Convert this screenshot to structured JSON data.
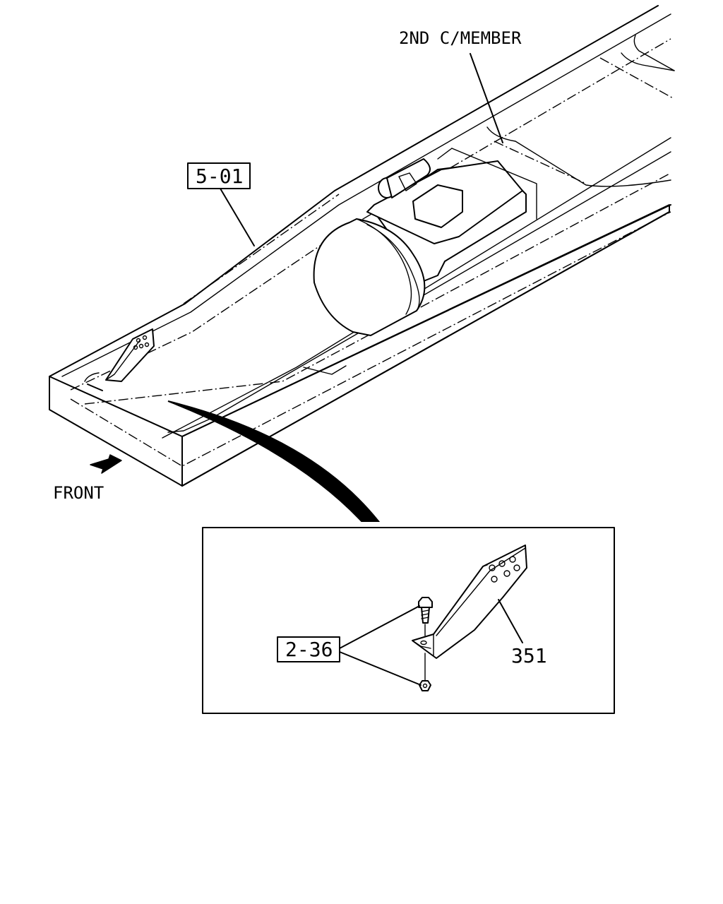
{
  "labels": {
    "second_cross_member": "2ND C/MEMBER",
    "front": "FRONT",
    "ref_frame": "5-01",
    "ref_bolt_nut": "2-36",
    "part_number": "351"
  },
  "icons": {
    "front_arrow": "arrow-down-left-icon"
  }
}
